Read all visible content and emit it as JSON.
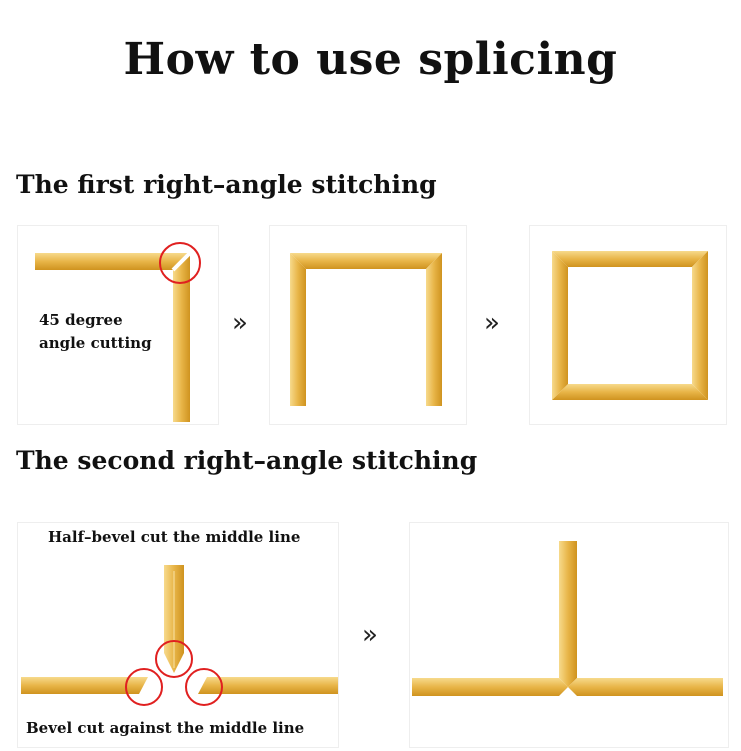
{
  "title": "How to use splicing",
  "section_one": {
    "heading": "The first right–angle stitching",
    "caption_line1": "45 degree",
    "caption_line2": "angle cutting",
    "arrow": "»"
  },
  "section_two": {
    "heading": "The second right–angle stitching",
    "caption_top": "Half–bevel cut the middle line",
    "caption_bottom": "Bevel cut against the middle line",
    "arrow": "»"
  },
  "colors": {
    "gold_light": "#f5d27a",
    "gold_mid": "#e3a93a",
    "gold_dark": "#c98a1c",
    "highlight_circle": "#e02020"
  }
}
